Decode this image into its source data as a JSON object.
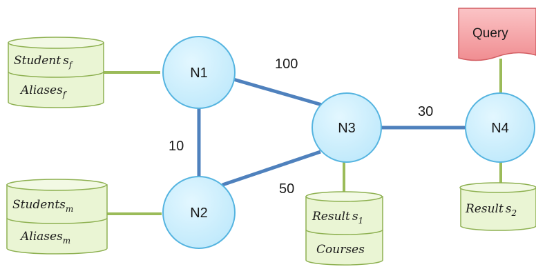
{
  "nodes": {
    "n1": "N1",
    "n2": "N2",
    "n3": "N3",
    "n4": "N4"
  },
  "edges": {
    "n1_n3": "100",
    "n1_n2": "10",
    "n2_n3": "50",
    "n3_n4": "30"
  },
  "databases": {
    "db_n1": {
      "top": "Student",
      "top_sub": "s",
      "top_index": "f",
      "bottom": "Aliases",
      "bottom_index": "f"
    },
    "db_n2": {
      "top": "Student",
      "top_sub": "s",
      "top_index": "m",
      "bottom": "Aliases",
      "bottom_index": "m"
    },
    "db_n3": {
      "top": "Result",
      "top_sub": "s",
      "top_index": "1",
      "bottom": "Courses",
      "bottom_index": ""
    },
    "db_n4": {
      "top": "Result",
      "top_sub": "s",
      "top_index": "2"
    }
  },
  "query": {
    "label": "Query"
  },
  "colors": {
    "node_fill": "#c9eefc",
    "node_stroke": "#55b4e0",
    "network_edge": "#4f81bd",
    "db_link": "#9bbb59",
    "db_fill": "#eaf5d4",
    "db_stroke": "#8db050",
    "query_fill": "#f7a5a8",
    "query_stroke": "#d25d62"
  }
}
